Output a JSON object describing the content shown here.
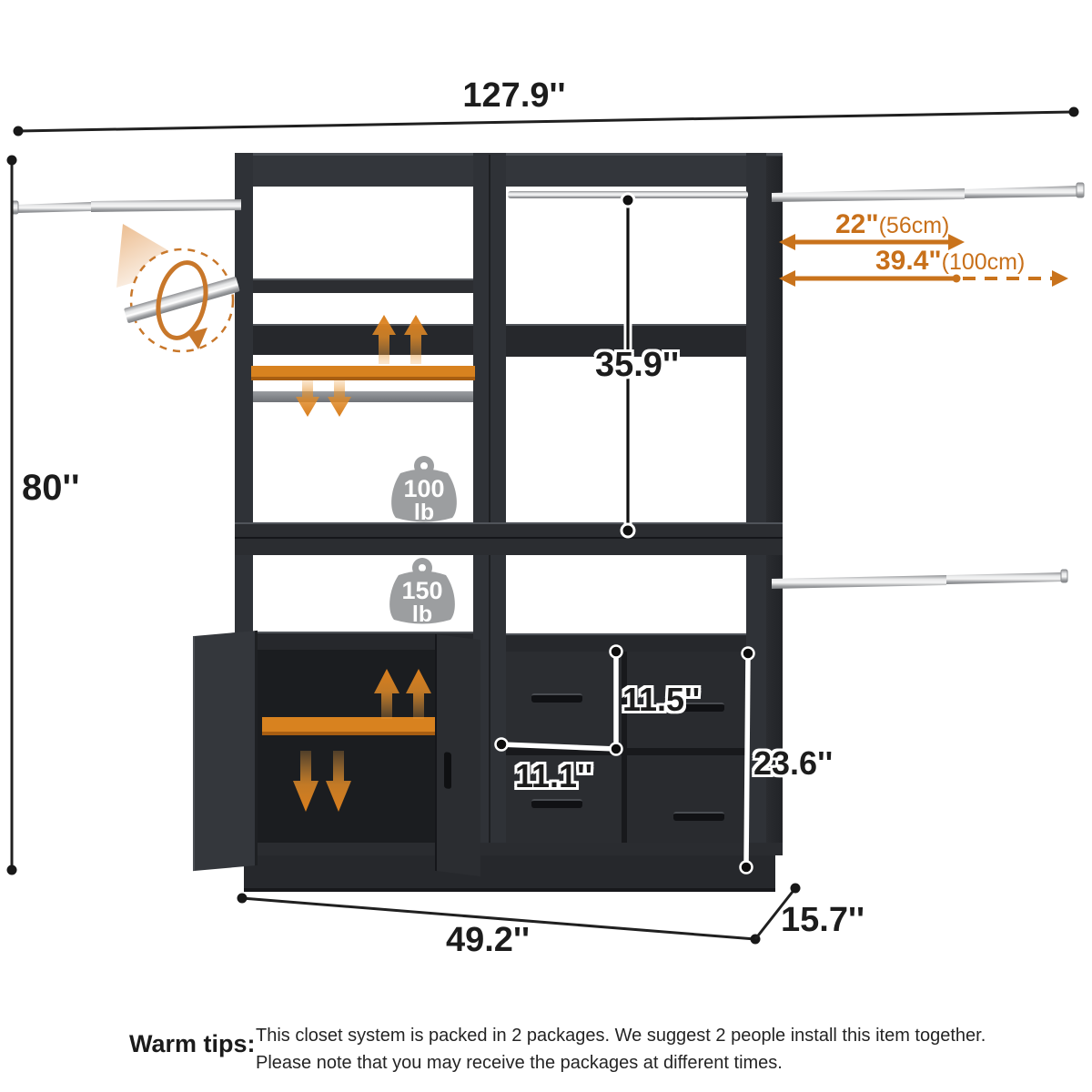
{
  "dims": {
    "total_width": "127.9''",
    "total_height": "80''",
    "hang_height": "35.9''",
    "drawer_height": "11.5''",
    "drawer_width": "11.1''",
    "lower_unit_height": "23.6''",
    "unit_width": "49.2''",
    "unit_depth": "15.7''"
  },
  "rods": {
    "short_inch": "22\"",
    "short_metric": "(56cm)",
    "long_inch": "39.4\"",
    "long_metric": "(100cm)"
  },
  "capacity": {
    "upper_value": "100",
    "upper_unit": "lb",
    "lower_value": "150",
    "lower_unit": "lb"
  },
  "warm_tips": {
    "label": "Warm tips:",
    "line1": "This closet system is packed in 2 packages. We suggest 2 people install this item together.",
    "line2": "Please note that you may receive the packages at different times."
  },
  "icons": {
    "rotating_rod": "rotating-rod-icon",
    "weight_capacity": "weight-icon",
    "adjustable_shelf": "adjust-arrow-icon"
  },
  "colors": {
    "accent_orange": "#c8701a",
    "cabinet_dark": "#2f3237",
    "dimension_black": "#1c1c1c",
    "weight_gray": "#9c9ea0"
  }
}
